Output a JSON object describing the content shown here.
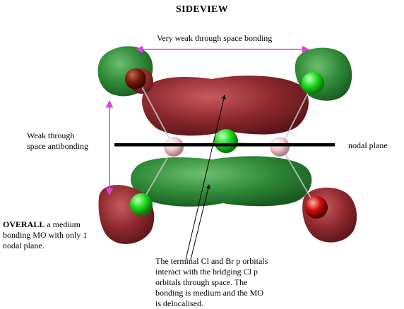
{
  "title": "SIDEVIEW",
  "labels": {
    "through_space_bonding": "Very weak through space bonding",
    "antibonding_line1": "Weak through",
    "antibonding_line2": "space antibonding",
    "nodal_plane": "nodal plane",
    "overall_bold": "OVERALL",
    "overall_rest": " a medium bonding MO with only 1 nodal plane.",
    "bottom_note": "The terminal Cl and Br p orbitals interact with the bridging Cl p orbitals through space. The bonding is medium and the MO is delocalised."
  },
  "colors": {
    "phase_red": "#8e2a2e",
    "phase_green": "#2f8a37",
    "arrow_magenta": "#e040e0",
    "cl_atom": "#22e022",
    "br_atom": "#7a1a0a",
    "o_atom": "#d01010",
    "h_atom": "#f4c8cc"
  }
}
